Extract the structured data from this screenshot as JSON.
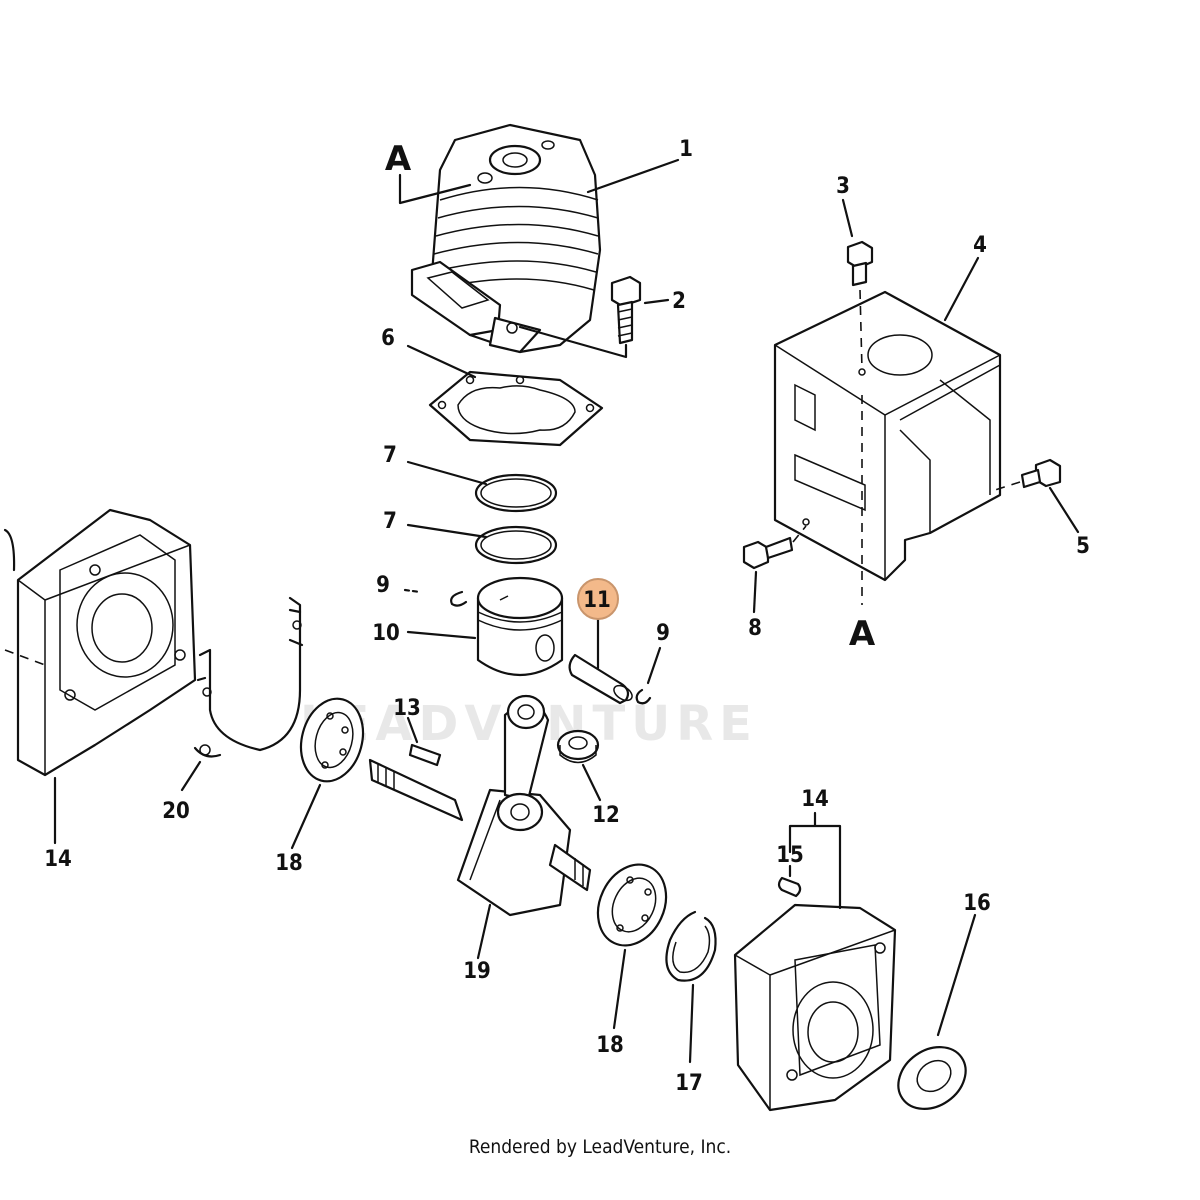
{
  "diagram": {
    "watermark": "LEADVENTURE",
    "section_marker": "A",
    "highlighted_callout": "11",
    "highlight_color": "#f3b98a",
    "callouts": {
      "c1": "1",
      "c2": "2",
      "c3": "3",
      "c4": "4",
      "c5": "5",
      "c6": "6",
      "c7a": "7",
      "c7b": "7",
      "c8": "8",
      "c9a": "9",
      "c9b": "9",
      "c10": "10",
      "c11": "11",
      "c12": "12",
      "c13": "13",
      "c14a": "14",
      "c14b": "14",
      "c15": "15",
      "c16": "16",
      "c17": "17",
      "c18a": "18",
      "c18b": "18",
      "c19": "19",
      "c20": "20"
    }
  },
  "footer": "Rendered by LeadVenture, Inc."
}
